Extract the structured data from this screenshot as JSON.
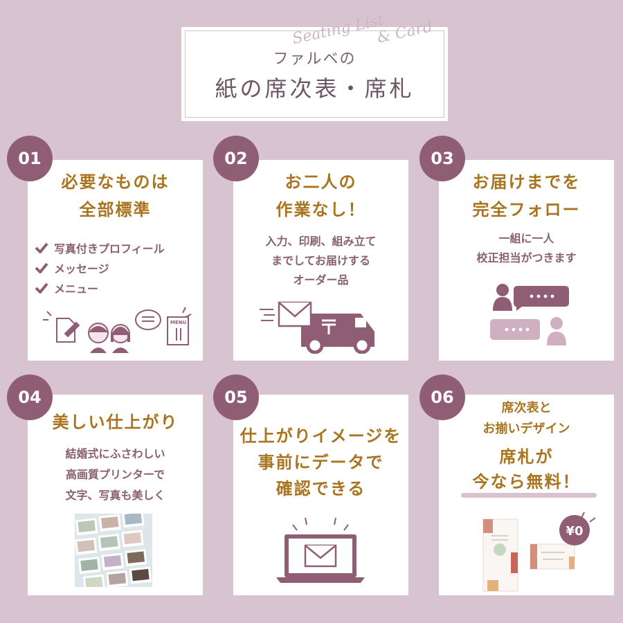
{
  "header": {
    "script_text_1": "Seating List",
    "script_text_2": "& Card",
    "line1": "ファルベの",
    "line2": "紙の席次表・席札"
  },
  "colors": {
    "background": "#d8c4d1",
    "badge": "#8f5e74",
    "heading": "#a9741e",
    "body_text": "#8a6070",
    "icon": "#8f5e74"
  },
  "cards": [
    {
      "number": "01",
      "heading_1": "必要なものは",
      "heading_2": "全部標準",
      "checklist": [
        "写真付きプロフィール",
        "メッセージ",
        "メニュー"
      ],
      "menu_label": "MENU",
      "icons": [
        "check-icon",
        "document-edit-icon",
        "couple-icon",
        "speech-bubble-icon",
        "menu-card-icon"
      ]
    },
    {
      "number": "02",
      "heading_1": "お二人の",
      "heading_2": "作業なし！",
      "body_1": "入力、印刷、組み立て",
      "body_2": "までしてお届けする",
      "body_3": "オーダー品",
      "icons": [
        "envelope-icon",
        "delivery-truck-icon",
        "postal-mark-icon"
      ]
    },
    {
      "number": "03",
      "heading_1": "お届けまでを",
      "heading_2": "完全フォロー",
      "body_1": "一組に一人",
      "body_2": "校正担当がつきます",
      "icons": [
        "person-icon",
        "chat-bubble-icon"
      ]
    },
    {
      "number": "04",
      "heading_1": "美しい仕上がり",
      "body_1": "結婚式にふさわしい",
      "body_2": "高画質プリンターで",
      "body_3": "文字、写真も美しく",
      "icons": [
        "printed-photos-image"
      ]
    },
    {
      "number": "05",
      "heading_1": "仕上がりイメージを",
      "heading_2": "事前にデータで",
      "heading_3": "確認できる",
      "icons": [
        "laptop-mail-icon"
      ]
    },
    {
      "number": "06",
      "heading_1": "席次表と",
      "heading_2": "お揃いデザイン",
      "heading_3": "席札が",
      "heading_4": "今なら無料！",
      "price_tag": "¥0",
      "icons": [
        "seating-chart-image",
        "place-card-image",
        "price-tag-icon"
      ]
    }
  ]
}
